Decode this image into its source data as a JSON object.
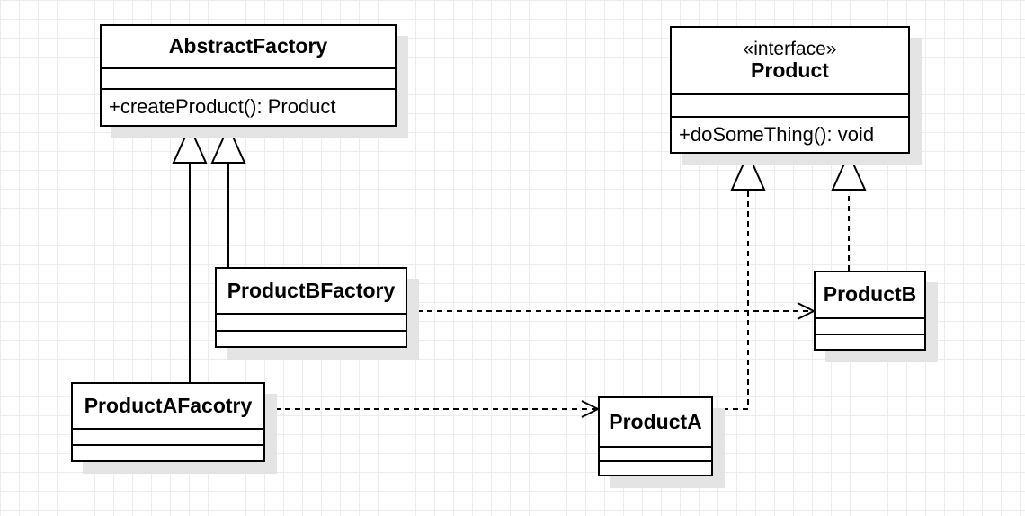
{
  "classes": {
    "abstract_factory": {
      "name": "AbstractFactory",
      "methods": [
        "+createProduct(): Product"
      ]
    },
    "product": {
      "stereotype": "«interface»",
      "name": "Product",
      "methods": [
        "+doSomeThing(): void"
      ]
    },
    "product_b_factory": {
      "name": "ProductBFactory"
    },
    "product_a_factory": {
      "name": "ProductAFacotry"
    },
    "product_b": {
      "name": "ProductB"
    },
    "product_a": {
      "name": "ProductA"
    }
  },
  "relationships": [
    {
      "from": "ProductAFacotry",
      "to": "AbstractFactory",
      "type": "generalization"
    },
    {
      "from": "ProductBFactory",
      "to": "AbstractFactory",
      "type": "generalization"
    },
    {
      "from": "ProductA",
      "to": "Product",
      "type": "realization"
    },
    {
      "from": "ProductB",
      "to": "Product",
      "type": "realization"
    },
    {
      "from": "ProductBFactory",
      "to": "ProductB",
      "type": "dependency"
    },
    {
      "from": "ProductAFacotry",
      "to": "ProductA",
      "type": "dependency"
    }
  ]
}
